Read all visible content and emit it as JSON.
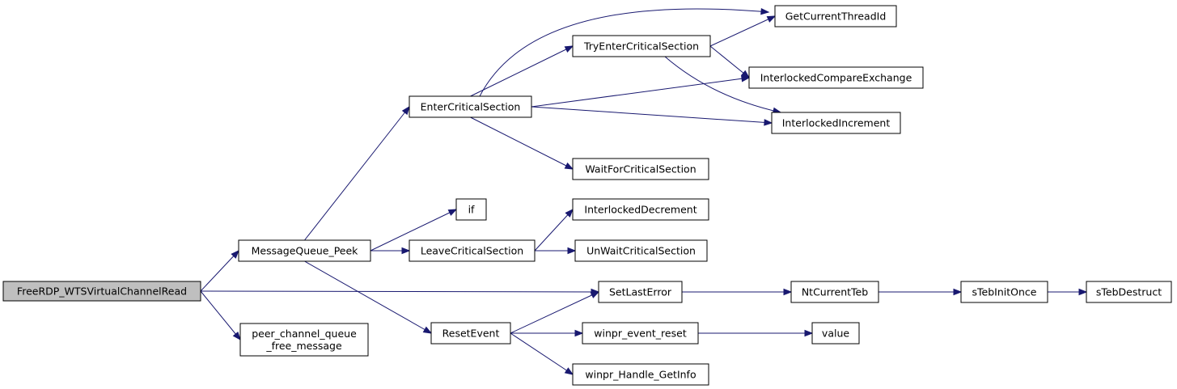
{
  "colors": {
    "edge": "#191970",
    "root_fill": "#bfbfbf",
    "node_fill": "#ffffff",
    "border": "#000000"
  },
  "nodes": [
    {
      "id": "freerdp",
      "lines": [
        "FreeRDP_WTSVirtualChannelRead"
      ],
      "root": true
    },
    {
      "id": "mqpeek",
      "lines": [
        "MessageQueue_Peek"
      ]
    },
    {
      "id": "peerfree",
      "lines": [
        "peer_channel_queue",
        "_free_message"
      ]
    },
    {
      "id": "entercs",
      "lines": [
        "EnterCriticalSection"
      ]
    },
    {
      "id": "if",
      "lines": [
        "if"
      ]
    },
    {
      "id": "leavecs",
      "lines": [
        "LeaveCriticalSection"
      ]
    },
    {
      "id": "resetev",
      "lines": [
        "ResetEvent"
      ]
    },
    {
      "id": "getthread",
      "lines": [
        "GetCurrentThreadId"
      ]
    },
    {
      "id": "tryenter",
      "lines": [
        "TryEnterCriticalSection"
      ]
    },
    {
      "id": "ilcmpx",
      "lines": [
        "InterlockedCompareExchange"
      ]
    },
    {
      "id": "ilinc",
      "lines": [
        "InterlockedIncrement"
      ]
    },
    {
      "id": "waitcs",
      "lines": [
        "WaitForCriticalSection"
      ]
    },
    {
      "id": "ildec",
      "lines": [
        "InterlockedDecrement"
      ]
    },
    {
      "id": "unwait",
      "lines": [
        "UnWaitCriticalSection"
      ]
    },
    {
      "id": "setlast",
      "lines": [
        "SetLastError"
      ]
    },
    {
      "id": "ntteb",
      "lines": [
        "NtCurrentTeb"
      ]
    },
    {
      "id": "stebinit",
      "lines": [
        "sTebInitOnce"
      ]
    },
    {
      "id": "stebdest",
      "lines": [
        "sTebDestruct"
      ]
    },
    {
      "id": "wevreset",
      "lines": [
        "winpr_event_reset"
      ]
    },
    {
      "id": "value",
      "lines": [
        "value"
      ]
    },
    {
      "id": "handleinfo",
      "lines": [
        "winpr_Handle_GetInfo"
      ]
    }
  ],
  "edges": [
    [
      "freerdp",
      "mqpeek"
    ],
    [
      "freerdp",
      "setlast"
    ],
    [
      "freerdp",
      "peerfree"
    ],
    [
      "mqpeek",
      "entercs"
    ],
    [
      "mqpeek",
      "if"
    ],
    [
      "mqpeek",
      "leavecs"
    ],
    [
      "mqpeek",
      "resetev"
    ],
    [
      "entercs",
      "getthread"
    ],
    [
      "entercs",
      "tryenter"
    ],
    [
      "entercs",
      "ilcmpx"
    ],
    [
      "entercs",
      "ilinc"
    ],
    [
      "entercs",
      "waitcs"
    ],
    [
      "tryenter",
      "getthread"
    ],
    [
      "tryenter",
      "ilcmpx"
    ],
    [
      "tryenter",
      "ilinc"
    ],
    [
      "leavecs",
      "ildec"
    ],
    [
      "leavecs",
      "unwait"
    ],
    [
      "resetev",
      "setlast"
    ],
    [
      "resetev",
      "wevreset"
    ],
    [
      "resetev",
      "handleinfo"
    ],
    [
      "setlast",
      "ntteb"
    ],
    [
      "ntteb",
      "stebinit"
    ],
    [
      "stebinit",
      "stebdest"
    ],
    [
      "wevreset",
      "value"
    ]
  ]
}
